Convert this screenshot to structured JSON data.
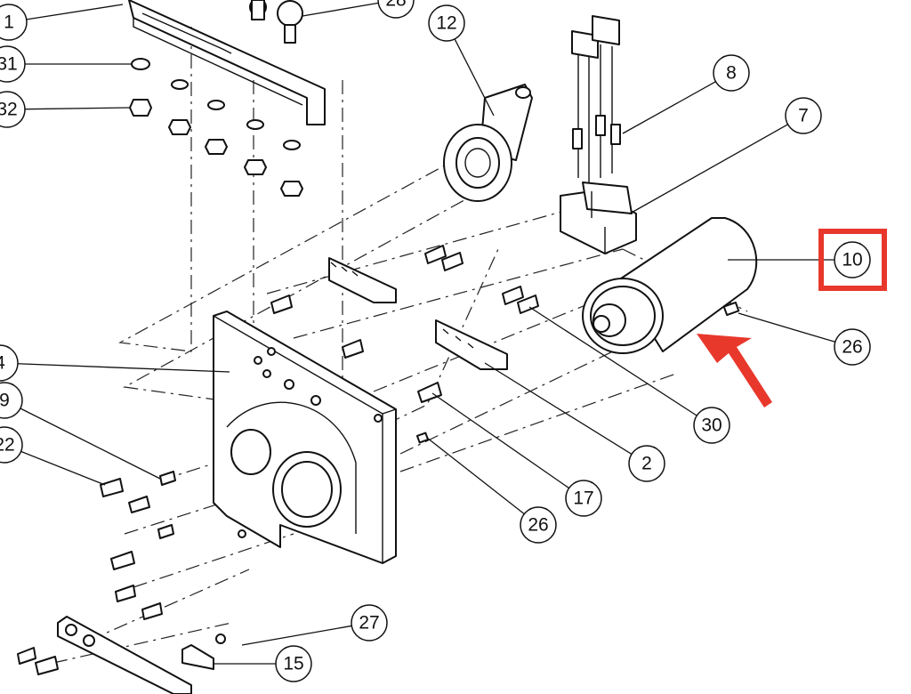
{
  "balloons": [
    {
      "label": "1"
    },
    {
      "label": "28"
    },
    {
      "label": "31"
    },
    {
      "label": "32"
    },
    {
      "label": "12"
    },
    {
      "label": "8"
    },
    {
      "label": "7"
    },
    {
      "label": "10"
    },
    {
      "label": "26"
    },
    {
      "label": "4"
    },
    {
      "label": "9"
    },
    {
      "label": "22"
    },
    {
      "label": "30"
    },
    {
      "label": "2"
    },
    {
      "label": "17"
    },
    {
      "label": "26"
    },
    {
      "label": "27"
    },
    {
      "label": "15"
    }
  ],
  "highlight": {
    "target": "10",
    "color": "#e8382c"
  },
  "pointer_arrow": {
    "color": "#e8382c",
    "points_to": "10"
  }
}
